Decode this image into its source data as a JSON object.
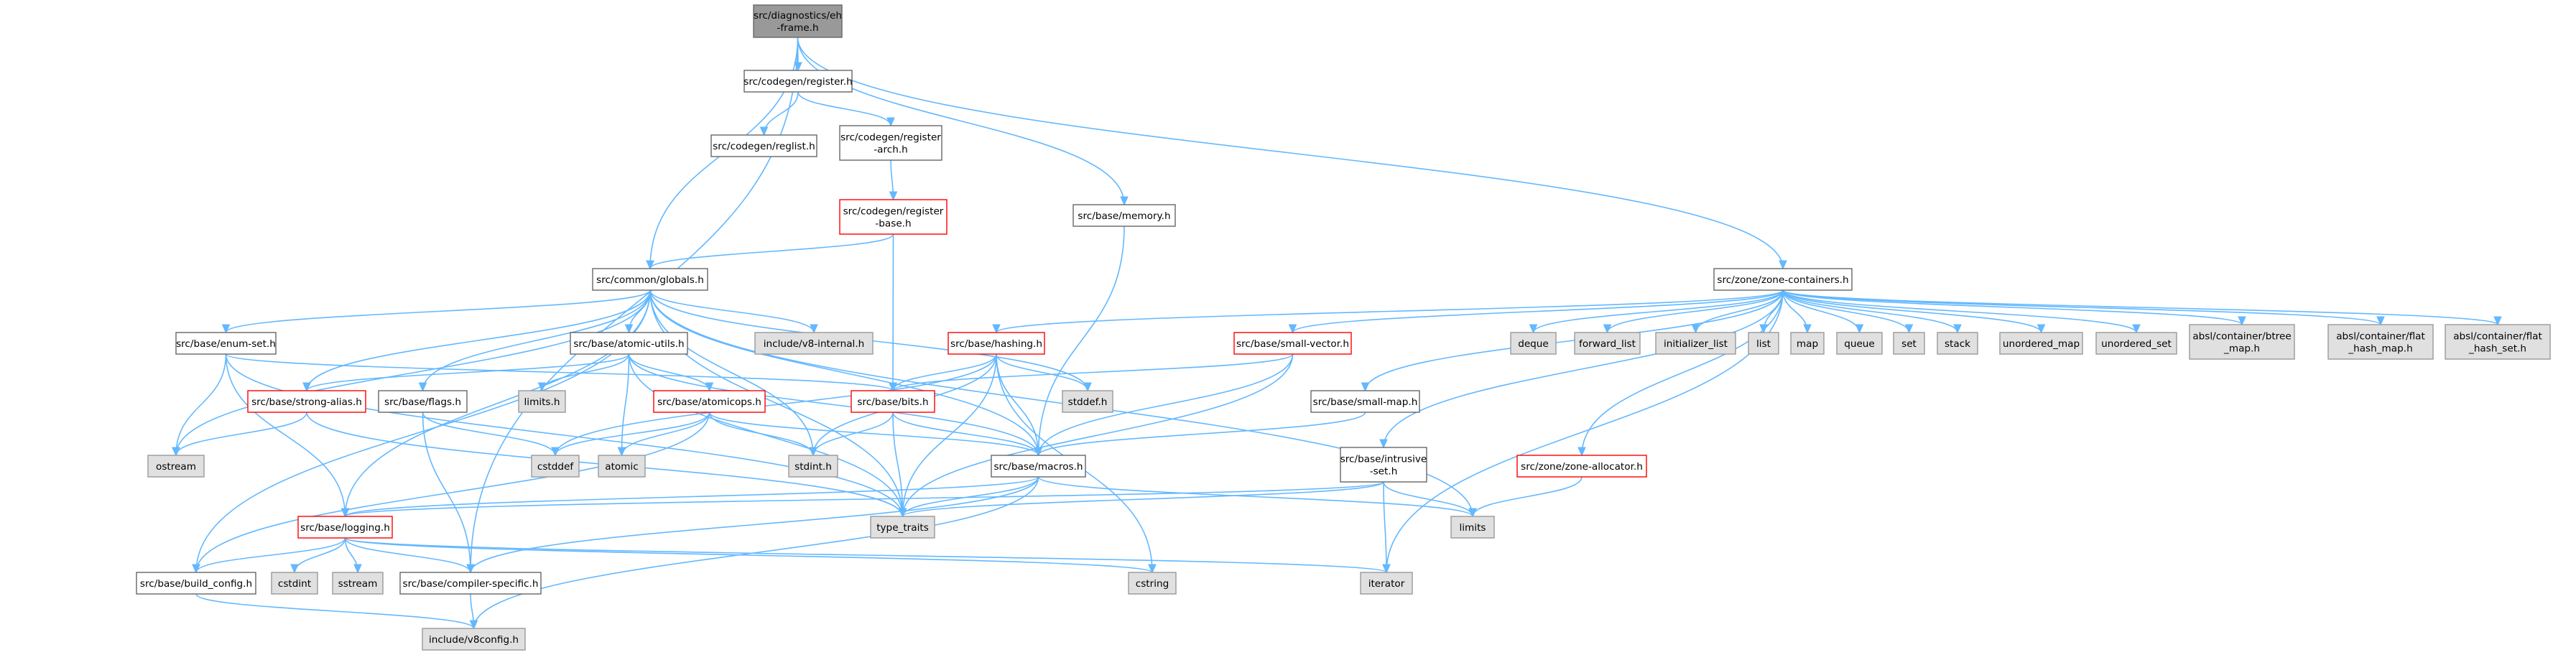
{
  "colors": {
    "root_fill": "#999999",
    "header_fill": "#ffffff",
    "header_stroke": "#666666",
    "red_stroke": "#ff0000",
    "external_fill": "#e0e0e0",
    "external_stroke": "#999999",
    "edge": "#63b8ff",
    "text": "#000000"
  },
  "nodes": [
    {
      "id": "root",
      "lines": [
        "src/diagnostics/eh",
        "-frame.h"
      ],
      "kind": "root"
    },
    {
      "id": "register_h",
      "lines": [
        "src/codegen/register.h"
      ],
      "kind": "header"
    },
    {
      "id": "reglist_h",
      "lines": [
        "src/codegen/reglist.h"
      ],
      "kind": "header"
    },
    {
      "id": "register_arch_h",
      "lines": [
        "src/codegen/register",
        "-arch.h"
      ],
      "kind": "header"
    },
    {
      "id": "register_base_h",
      "lines": [
        "src/codegen/register",
        "-base.h"
      ],
      "kind": "red"
    },
    {
      "id": "memory_h",
      "lines": [
        "src/base/memory.h"
      ],
      "kind": "header"
    },
    {
      "id": "globals_h",
      "lines": [
        "src/common/globals.h"
      ],
      "kind": "header"
    },
    {
      "id": "zone_containers_h",
      "lines": [
        "src/zone/zone-containers.h"
      ],
      "kind": "header"
    },
    {
      "id": "enum_set_h",
      "lines": [
        "src/base/enum-set.h"
      ],
      "kind": "header"
    },
    {
      "id": "atomic_utils_h",
      "lines": [
        "src/base/atomic-utils.h"
      ],
      "kind": "header"
    },
    {
      "id": "v8_internal_h",
      "lines": [
        "include/v8-internal.h"
      ],
      "kind": "external"
    },
    {
      "id": "hashing_h",
      "lines": [
        "src/base/hashing.h"
      ],
      "kind": "red"
    },
    {
      "id": "small_vector_h",
      "lines": [
        "src/base/small-vector.h"
      ],
      "kind": "red"
    },
    {
      "id": "deque",
      "lines": [
        "deque"
      ],
      "kind": "external"
    },
    {
      "id": "forward_list",
      "lines": [
        "forward_list"
      ],
      "kind": "external"
    },
    {
      "id": "initializer_list",
      "lines": [
        "initializer_list"
      ],
      "kind": "external"
    },
    {
      "id": "list",
      "lines": [
        "list"
      ],
      "kind": "external"
    },
    {
      "id": "map",
      "lines": [
        "map"
      ],
      "kind": "external"
    },
    {
      "id": "queue",
      "lines": [
        "queue"
      ],
      "kind": "external"
    },
    {
      "id": "set",
      "lines": [
        "set"
      ],
      "kind": "external"
    },
    {
      "id": "stack",
      "lines": [
        "stack"
      ],
      "kind": "external"
    },
    {
      "id": "unordered_map",
      "lines": [
        "unordered_map"
      ],
      "kind": "external"
    },
    {
      "id": "unordered_set",
      "lines": [
        "unordered_set"
      ],
      "kind": "external"
    },
    {
      "id": "btree_map_h",
      "lines": [
        "absl/container/btree",
        "_map.h"
      ],
      "kind": "external"
    },
    {
      "id": "flat_hash_map_h",
      "lines": [
        "absl/container/flat",
        "_hash_map.h"
      ],
      "kind": "external"
    },
    {
      "id": "flat_hash_set_h",
      "lines": [
        "absl/container/flat",
        "_hash_set.h"
      ],
      "kind": "external"
    },
    {
      "id": "strong_alias_h",
      "lines": [
        "src/base/strong-alias.h"
      ],
      "kind": "red"
    },
    {
      "id": "flags_h",
      "lines": [
        "src/base/flags.h"
      ],
      "kind": "header"
    },
    {
      "id": "limits_h",
      "lines": [
        "limits.h"
      ],
      "kind": "external"
    },
    {
      "id": "atomicops_h",
      "lines": [
        "src/base/atomicops.h"
      ],
      "kind": "red"
    },
    {
      "id": "bits_h",
      "lines": [
        "src/base/bits.h"
      ],
      "kind": "red"
    },
    {
      "id": "stddef_h",
      "lines": [
        "stddef.h"
      ],
      "kind": "external"
    },
    {
      "id": "small_map_h",
      "lines": [
        "src/base/small-map.h"
      ],
      "kind": "header"
    },
    {
      "id": "ostream",
      "lines": [
        "ostream"
      ],
      "kind": "external"
    },
    {
      "id": "cstddef",
      "lines": [
        "cstddef"
      ],
      "kind": "external"
    },
    {
      "id": "atomic",
      "lines": [
        "atomic"
      ],
      "kind": "external"
    },
    {
      "id": "stdint_h",
      "lines": [
        "stdint.h"
      ],
      "kind": "external"
    },
    {
      "id": "macros_h",
      "lines": [
        "src/base/macros.h"
      ],
      "kind": "header"
    },
    {
      "id": "intrusive_set_h",
      "lines": [
        "src/base/intrusive",
        "-set.h"
      ],
      "kind": "header"
    },
    {
      "id": "zone_allocator_h",
      "lines": [
        "src/zone/zone-allocator.h"
      ],
      "kind": "red"
    },
    {
      "id": "limits",
      "lines": [
        "limits"
      ],
      "kind": "external"
    },
    {
      "id": "type_traits",
      "lines": [
        "type_traits"
      ],
      "kind": "external"
    },
    {
      "id": "logging_h",
      "lines": [
        "src/base/logging.h"
      ],
      "kind": "red"
    },
    {
      "id": "cstdint",
      "lines": [
        "cstdint"
      ],
      "kind": "external"
    },
    {
      "id": "sstream",
      "lines": [
        "sstream"
      ],
      "kind": "external"
    },
    {
      "id": "build_config_h",
      "lines": [
        "src/base/build_config.h"
      ],
      "kind": "header"
    },
    {
      "id": "compiler_specific_h",
      "lines": [
        "src/base/compiler-specific.h"
      ],
      "kind": "header"
    },
    {
      "id": "cstring",
      "lines": [
        "cstring"
      ],
      "kind": "external"
    },
    {
      "id": "iterator",
      "lines": [
        "iterator"
      ],
      "kind": "external"
    },
    {
      "id": "v8config_h",
      "lines": [
        "include/v8config.h"
      ],
      "kind": "external"
    }
  ],
  "edges": [
    [
      "root",
      "register_h"
    ],
    [
      "root",
      "globals_h"
    ],
    [
      "root",
      "memory_h"
    ],
    [
      "root",
      "zone_containers_h"
    ],
    [
      "root",
      "compiler_specific_h"
    ],
    [
      "register_h",
      "reglist_h"
    ],
    [
      "register_h",
      "register_arch_h"
    ],
    [
      "register_arch_h",
      "register_base_h"
    ],
    [
      "register_base_h",
      "globals_h"
    ],
    [
      "register_base_h",
      "bits_h"
    ],
    [
      "memory_h",
      "macros_h"
    ],
    [
      "globals_h",
      "enum_set_h"
    ],
    [
      "globals_h",
      "atomic_utils_h"
    ],
    [
      "globals_h",
      "v8_internal_h"
    ],
    [
      "globals_h",
      "strong_alias_h"
    ],
    [
      "globals_h",
      "flags_h"
    ],
    [
      "globals_h",
      "stddef_h"
    ],
    [
      "globals_h",
      "stdint_h"
    ],
    [
      "globals_h",
      "macros_h"
    ],
    [
      "globals_h",
      "logging_h"
    ],
    [
      "globals_h",
      "ostream"
    ],
    [
      "globals_h",
      "build_config_h"
    ],
    [
      "globals_h",
      "limits"
    ],
    [
      "globals_h",
      "type_traits"
    ],
    [
      "zone_containers_h",
      "hashing_h"
    ],
    [
      "zone_containers_h",
      "small_vector_h"
    ],
    [
      "zone_containers_h",
      "small_map_h"
    ],
    [
      "zone_containers_h",
      "intrusive_set_h"
    ],
    [
      "zone_containers_h",
      "zone_allocator_h"
    ],
    [
      "zone_containers_h",
      "deque"
    ],
    [
      "zone_containers_h",
      "forward_list"
    ],
    [
      "zone_containers_h",
      "initializer_list"
    ],
    [
      "zone_containers_h",
      "list"
    ],
    [
      "zone_containers_h",
      "map"
    ],
    [
      "zone_containers_h",
      "queue"
    ],
    [
      "zone_containers_h",
      "set"
    ],
    [
      "zone_containers_h",
      "stack"
    ],
    [
      "zone_containers_h",
      "unordered_map"
    ],
    [
      "zone_containers_h",
      "unordered_set"
    ],
    [
      "zone_containers_h",
      "btree_map_h"
    ],
    [
      "zone_containers_h",
      "flat_hash_map_h"
    ],
    [
      "zone_containers_h",
      "flat_hash_set_h"
    ],
    [
      "zone_containers_h",
      "iterator"
    ],
    [
      "enum_set_h",
      "bits_h"
    ],
    [
      "enum_set_h",
      "logging_h"
    ],
    [
      "enum_set_h",
      "ostream"
    ],
    [
      "enum_set_h",
      "type_traits"
    ],
    [
      "atomic_utils_h",
      "strong_alias_h"
    ],
    [
      "atomic_utils_h",
      "limits_h"
    ],
    [
      "atomic_utils_h",
      "atomicops_h"
    ],
    [
      "atomic_utils_h",
      "atomic"
    ],
    [
      "atomic_utils_h",
      "macros_h"
    ],
    [
      "atomic_utils_h",
      "type_traits"
    ],
    [
      "hashing_h",
      "bits_h"
    ],
    [
      "hashing_h",
      "macros_h"
    ],
    [
      "hashing_h",
      "cstddef"
    ],
    [
      "hashing_h",
      "stddef_h"
    ],
    [
      "hashing_h",
      "stdint_h"
    ],
    [
      "hashing_h",
      "type_traits"
    ],
    [
      "hashing_h",
      "cstring"
    ],
    [
      "small_vector_h",
      "bits_h"
    ],
    [
      "small_vector_h",
      "macros_h"
    ],
    [
      "small_vector_h",
      "type_traits"
    ],
    [
      "strong_alias_h",
      "ostream"
    ],
    [
      "strong_alias_h",
      "type_traits"
    ],
    [
      "flags_h",
      "cstddef"
    ],
    [
      "flags_h",
      "compiler_specific_h"
    ],
    [
      "atomicops_h",
      "atomic"
    ],
    [
      "atomicops_h",
      "cstddef"
    ],
    [
      "atomicops_h",
      "stdint_h"
    ],
    [
      "atomicops_h",
      "macros_h"
    ],
    [
      "atomicops_h",
      "build_config_h"
    ],
    [
      "bits_h",
      "stdint_h"
    ],
    [
      "bits_h",
      "macros_h"
    ],
    [
      "bits_h",
      "type_traits"
    ],
    [
      "small_map_h",
      "macros_h"
    ],
    [
      "macros_h",
      "logging_h"
    ],
    [
      "macros_h",
      "type_traits"
    ],
    [
      "macros_h",
      "compiler_specific_h"
    ],
    [
      "macros_h",
      "limits"
    ],
    [
      "macros_h",
      "v8config_h"
    ],
    [
      "intrusive_set_h",
      "logging_h"
    ],
    [
      "intrusive_set_h",
      "iterator"
    ],
    [
      "intrusive_set_h",
      "limits"
    ],
    [
      "intrusive_set_h",
      "type_traits"
    ],
    [
      "zone_allocator_h",
      "limits"
    ],
    [
      "logging_h",
      "cstdint"
    ],
    [
      "logging_h",
      "sstream"
    ],
    [
      "logging_h",
      "build_config_h"
    ],
    [
      "logging_h",
      "compiler_specific_h"
    ],
    [
      "logging_h",
      "cstring"
    ],
    [
      "logging_h",
      "iterator"
    ],
    [
      "build_config_h",
      "v8config_h"
    ],
    [
      "compiler_specific_h",
      "v8config_h"
    ]
  ]
}
